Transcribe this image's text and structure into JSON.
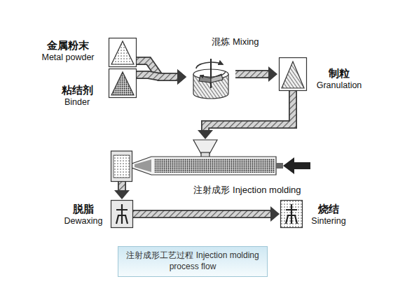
{
  "diagram": {
    "caption": "注射成形工艺过程 Injection molding process flow",
    "nodes": [
      {
        "text": [
          "金属粉末 Metal powder"
        ]
      },
      {
        "text": [
          "粘结剂 Binder"
        ]
      },
      {
        "text": [
          "混炼 Mixing"
        ]
      },
      {
        "text": [
          "制粒 Granulation"
        ]
      },
      {
        "text": [
          "注射成形 Injection molding"
        ]
      },
      {
        "text": [
          "脱脂 Dewaxing"
        ]
      },
      {
        "text": [
          "烧结 Sintering"
        ]
      }
    ],
    "edges": [
      {
        "from": 0,
        "to": 2,
        "arrow": "to"
      },
      {
        "from": 1,
        "to": 2,
        "arrow": "to"
      },
      {
        "from": 2,
        "to": 3,
        "arrow": "to"
      },
      {
        "from": 3,
        "to": 4,
        "arrow": "to"
      },
      {
        "from": 4,
        "to": 5,
        "arrow": "to"
      },
      {
        "from": 5,
        "to": 6,
        "arrow": "to"
      }
    ]
  }
}
